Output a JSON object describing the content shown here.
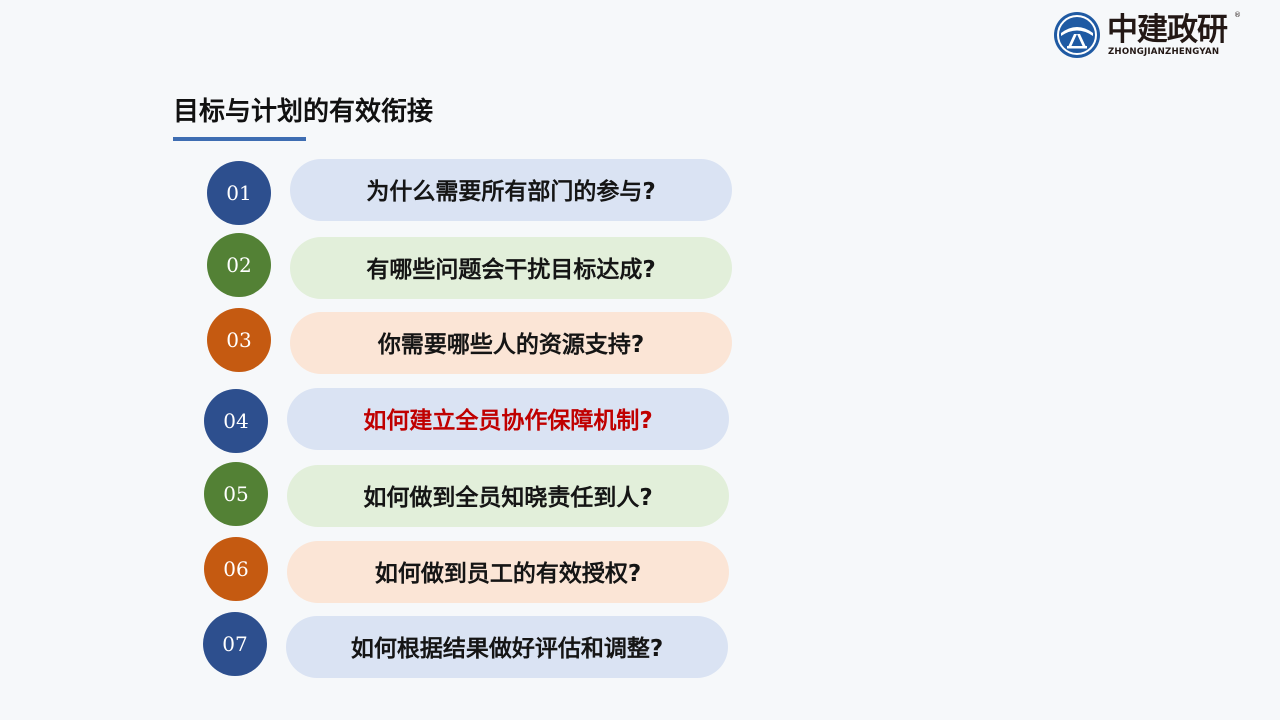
{
  "brand": {
    "name_cn": "中建政研",
    "name_en": "ZHONGJIANZHENGYAN",
    "registered_mark": "®",
    "color_primary": "#1f5aa3"
  },
  "slide": {
    "title": "目标与计划的有效衔接",
    "accent_color": "#3e6db2"
  },
  "items": [
    {
      "number": "01",
      "text": "为什么需要所有部门的参与?",
      "circle_color": "#2d4f8e",
      "pill_color": "#dae3f3",
      "highlight": false
    },
    {
      "number": "02",
      "text": "有哪些问题会干扰目标达成?",
      "circle_color": "#538135",
      "pill_color": "#e2efda",
      "highlight": false
    },
    {
      "number": "03",
      "text": "你需要哪些人的资源支持?",
      "circle_color": "#c55a11",
      "pill_color": "#fbe5d6",
      "highlight": false
    },
    {
      "number": "04",
      "text": "如何建立全员协作保障机制?",
      "circle_color": "#2d4f8e",
      "pill_color": "#dae3f3",
      "highlight": true
    },
    {
      "number": "05",
      "text": "如何做到全员知晓责任到人?",
      "circle_color": "#538135",
      "pill_color": "#e2efda",
      "highlight": false
    },
    {
      "number": "06",
      "text": "如何做到员工的有效授权?",
      "circle_color": "#c55a11",
      "pill_color": "#fbe5d6",
      "highlight": false
    },
    {
      "number": "07",
      "text": "如何根据结果做好评估和调整?",
      "circle_color": "#2d4f8e",
      "pill_color": "#dae3f3",
      "highlight": false
    }
  ]
}
